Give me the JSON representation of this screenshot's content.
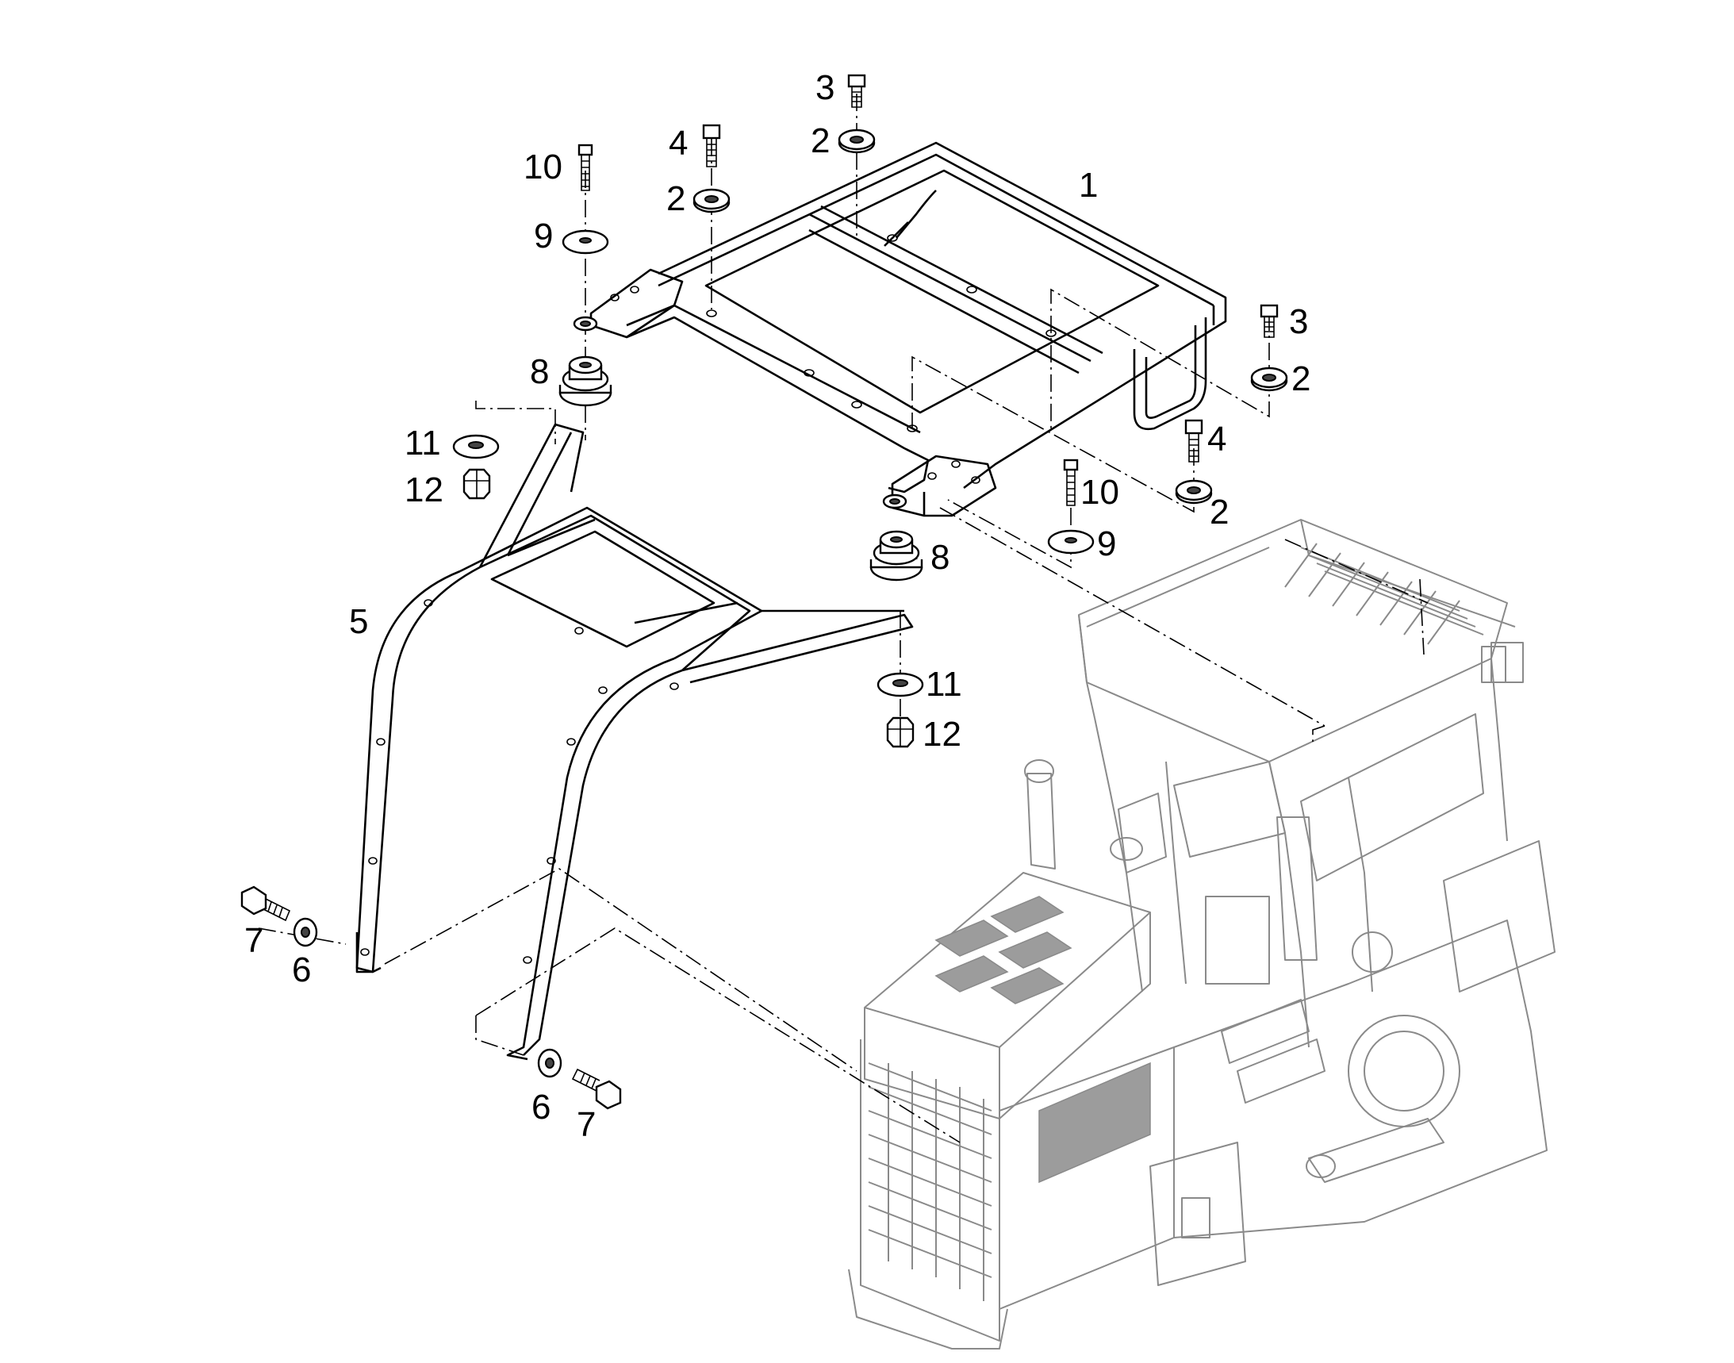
{
  "callouts": [
    {
      "id": "c1",
      "label": "1"
    },
    {
      "id": "c2a",
      "label": "2"
    },
    {
      "id": "c2b",
      "label": "2"
    },
    {
      "id": "c2c",
      "label": "2"
    },
    {
      "id": "c2d",
      "label": "2"
    },
    {
      "id": "c3a",
      "label": "3"
    },
    {
      "id": "c3b",
      "label": "3"
    },
    {
      "id": "c4a",
      "label": "4"
    },
    {
      "id": "c4b",
      "label": "4"
    },
    {
      "id": "c5",
      "label": "5"
    },
    {
      "id": "c6a",
      "label": "6"
    },
    {
      "id": "c6b",
      "label": "6"
    },
    {
      "id": "c7a",
      "label": "7"
    },
    {
      "id": "c7b",
      "label": "7"
    },
    {
      "id": "c8a",
      "label": "8"
    },
    {
      "id": "c8b",
      "label": "8"
    },
    {
      "id": "c9a",
      "label": "9"
    },
    {
      "id": "c9b",
      "label": "9"
    },
    {
      "id": "c10a",
      "label": "10"
    },
    {
      "id": "c10b",
      "label": "10"
    },
    {
      "id": "c11a",
      "label": "11"
    },
    {
      "id": "c11b",
      "label": "11"
    },
    {
      "id": "c12a",
      "label": "12"
    },
    {
      "id": "c12b",
      "label": "12"
    }
  ],
  "colors": {
    "line": "#000000",
    "ghost": "#8a8a8a",
    "ghost_fill": "#9c9c9c",
    "background": "#ffffff"
  }
}
